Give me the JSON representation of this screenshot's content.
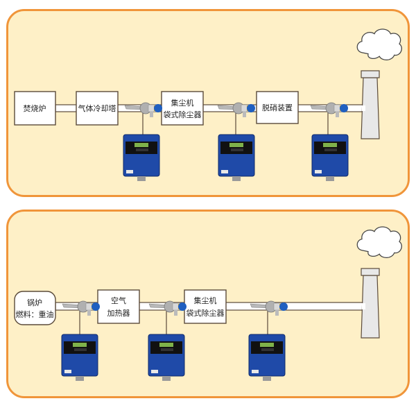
{
  "colors": {
    "panel_bg": "#fef0c7",
    "panel_border": "#f0953a",
    "pipe_fill": "#ffffff",
    "outline": "#5a4a3a",
    "chimney_fill": "#e8e8e8",
    "analyzer_blue": "#1f4aa8",
    "display_green": "#7fb24a"
  },
  "diagrams": [
    {
      "id": "incinerator-line",
      "units": [
        {
          "lines": [
            "焚烧炉"
          ],
          "shape": "rect"
        },
        {
          "lines": [
            "气体冷却塔"
          ],
          "shape": "rect"
        },
        {
          "lines": [
            "集尘机",
            "袋式除尘器"
          ],
          "shape": "rect"
        },
        {
          "lines": [
            "脱硝装置"
          ],
          "shape": "rect"
        }
      ],
      "analyzer_count": 3,
      "chimney": "chimney-with-smoke"
    },
    {
      "id": "boiler-line",
      "units": [
        {
          "lines": [
            "锅炉",
            "燃料：重油"
          ],
          "shape": "rounded"
        },
        {
          "lines": [
            "空气",
            "加热器"
          ],
          "shape": "rect"
        },
        {
          "lines": [
            "集尘机",
            "袋式除尘器"
          ],
          "shape": "rect"
        }
      ],
      "analyzer_count": 3,
      "chimney": "chimney-with-smoke"
    }
  ]
}
